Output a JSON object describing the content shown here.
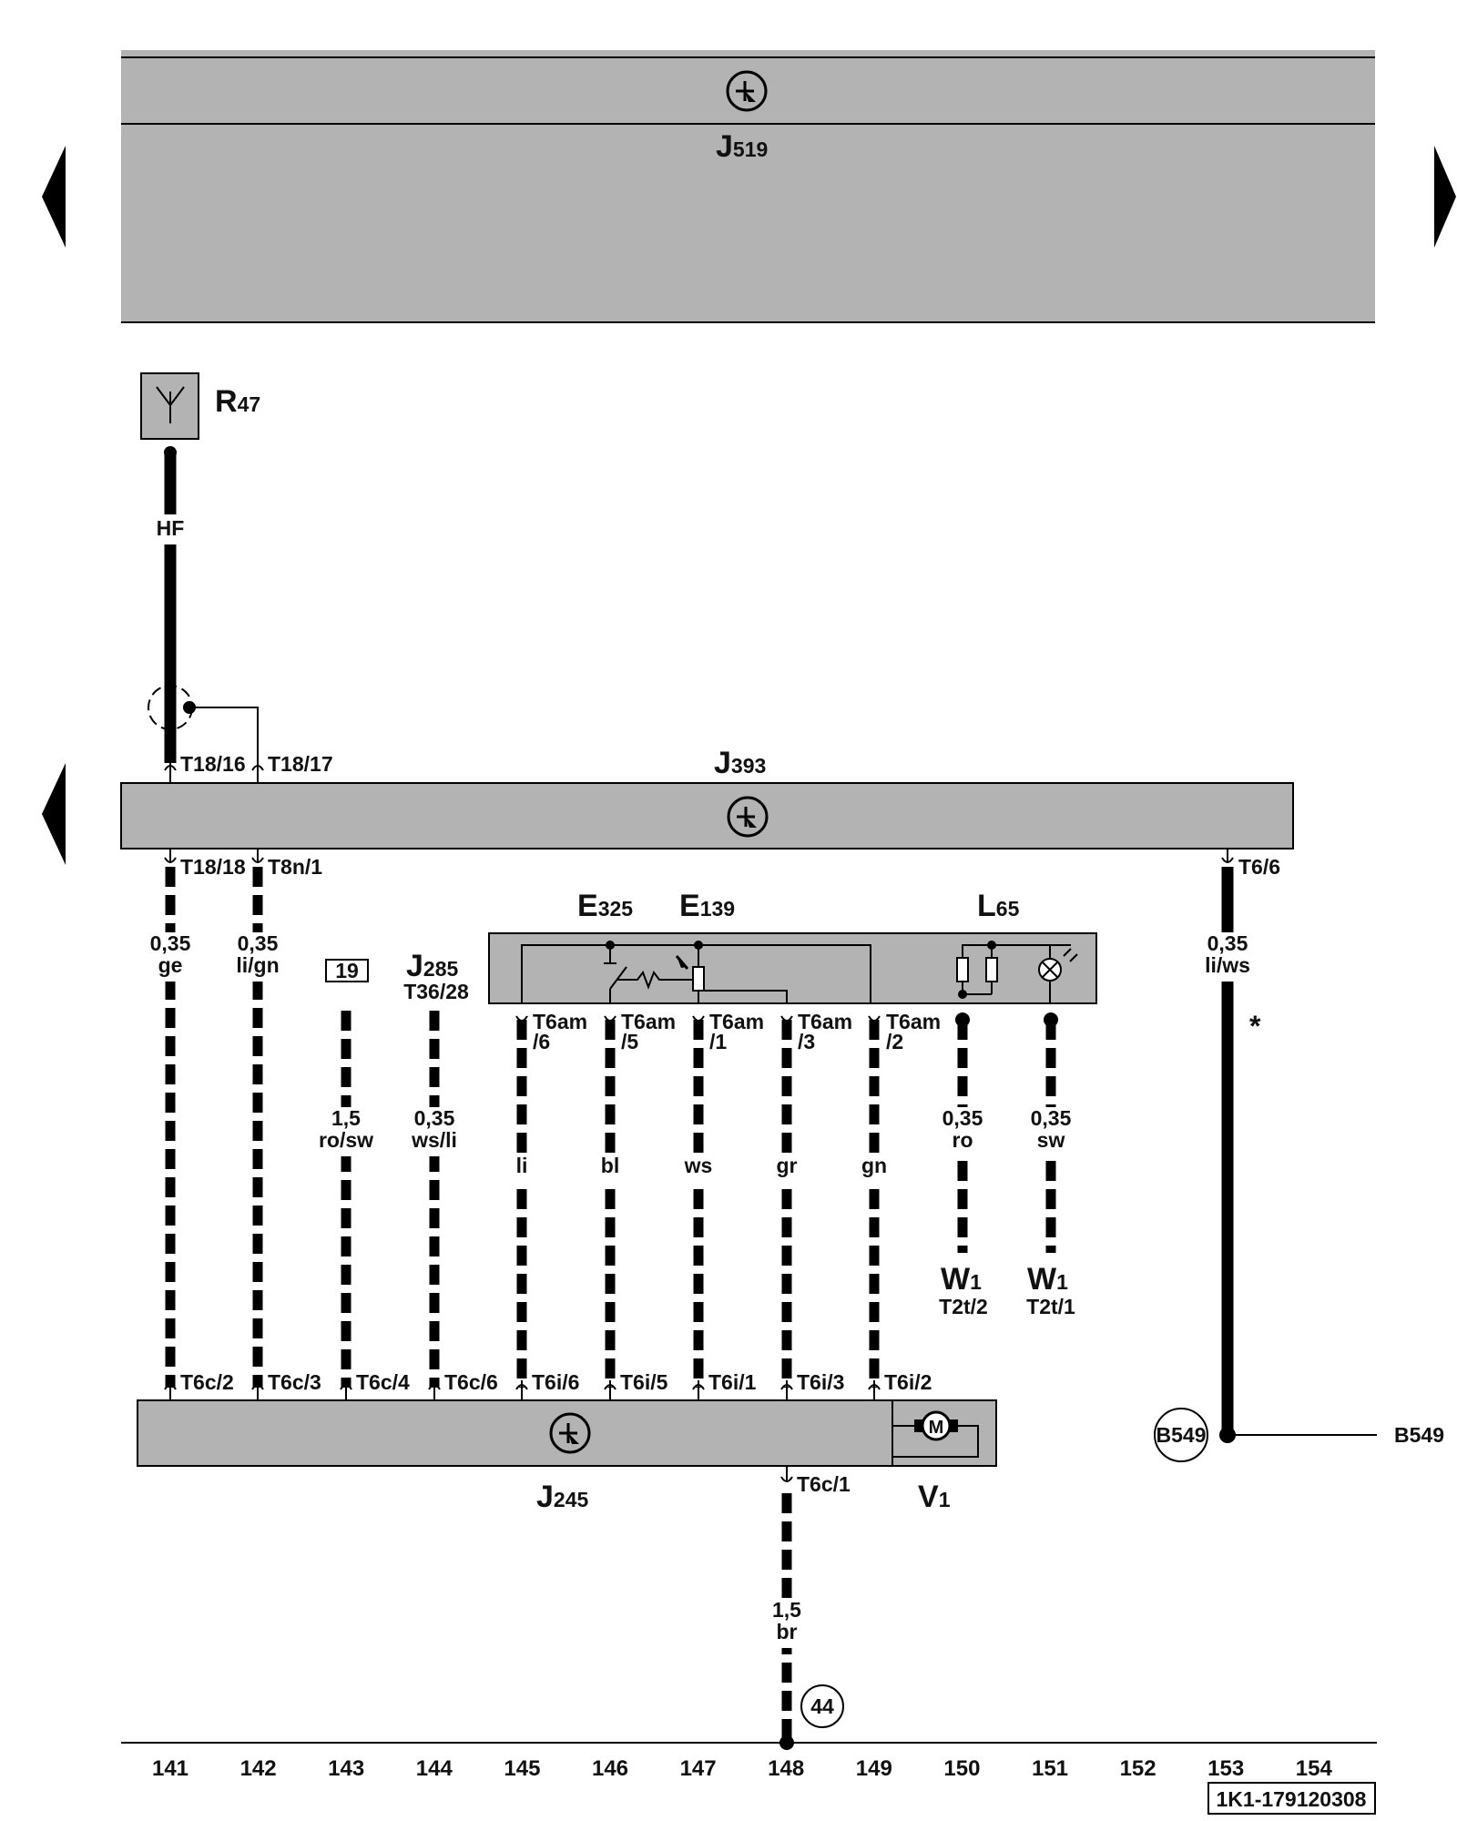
{
  "top_unit": {
    "name": "J",
    "sub": "519"
  },
  "antenna": {
    "name": "R",
    "sub": "47",
    "signal": "HF"
  },
  "gateway": {
    "name": "J",
    "sub": "393",
    "pins_top": [
      "T18/16",
      "T18/17"
    ],
    "pins_bottom": [
      "T18/18",
      "T8n/1",
      "T6/6"
    ]
  },
  "switch_box": {
    "components": [
      {
        "name": "E",
        "sub": "325"
      },
      {
        "name": "E",
        "sub": "139"
      },
      {
        "name": "L",
        "sub": "65"
      }
    ],
    "pins": [
      "T6am\n/6",
      "T6am\n/5",
      "T6am\n/1",
      "T6am\n/3",
      "T6am\n/2"
    ]
  },
  "j285": {
    "name": "J",
    "sub": "285",
    "connector": "T36/28"
  },
  "ref_box": "19",
  "wires": [
    {
      "size": "0,35",
      "color": "ge"
    },
    {
      "size": "0,35",
      "color": "li/gn"
    },
    {
      "size": "1,5",
      "color": "ro/sw"
    },
    {
      "size": "0,35",
      "color": "ws/li"
    },
    {
      "size": "",
      "color": "li"
    },
    {
      "size": "",
      "color": "bl"
    },
    {
      "size": "",
      "color": "ws"
    },
    {
      "size": "",
      "color": "gr"
    },
    {
      "size": "",
      "color": "gn"
    },
    {
      "size": "0,35",
      "color": "ro"
    },
    {
      "size": "0,35",
      "color": "sw"
    },
    {
      "size": "0,35",
      "color": "li/ws"
    },
    {
      "size": "1,5",
      "color": "br"
    }
  ],
  "asterisk": "*",
  "w1_left": {
    "name": "W",
    "sub": "1",
    "connector": "T2t/2"
  },
  "w1_right": {
    "name": "W",
    "sub": "1",
    "connector": "T2t/1"
  },
  "climatronic": {
    "name": "J",
    "sub": "245",
    "pins_top": [
      "T6c/2",
      "T6c/3",
      "T6c/4",
      "T6c/6",
      "T6i/6",
      "T6i/5",
      "T6i/1",
      "T6i/3",
      "T6i/2"
    ],
    "pin_bottom": "T6c/1"
  },
  "motor": {
    "name": "V",
    "sub": "1",
    "symbol": "M"
  },
  "b549": {
    "circle": "B549",
    "label": "B549"
  },
  "ground_ref": "44",
  "columns": [
    "141",
    "142",
    "143",
    "144",
    "145",
    "146",
    "147",
    "148",
    "149",
    "150",
    "151",
    "152",
    "153",
    "154"
  ],
  "doc_id": "1K1-179120308",
  "colors": {
    "panel": "#b3b3b3",
    "wire": "#000000",
    "background": "#ffffff"
  }
}
